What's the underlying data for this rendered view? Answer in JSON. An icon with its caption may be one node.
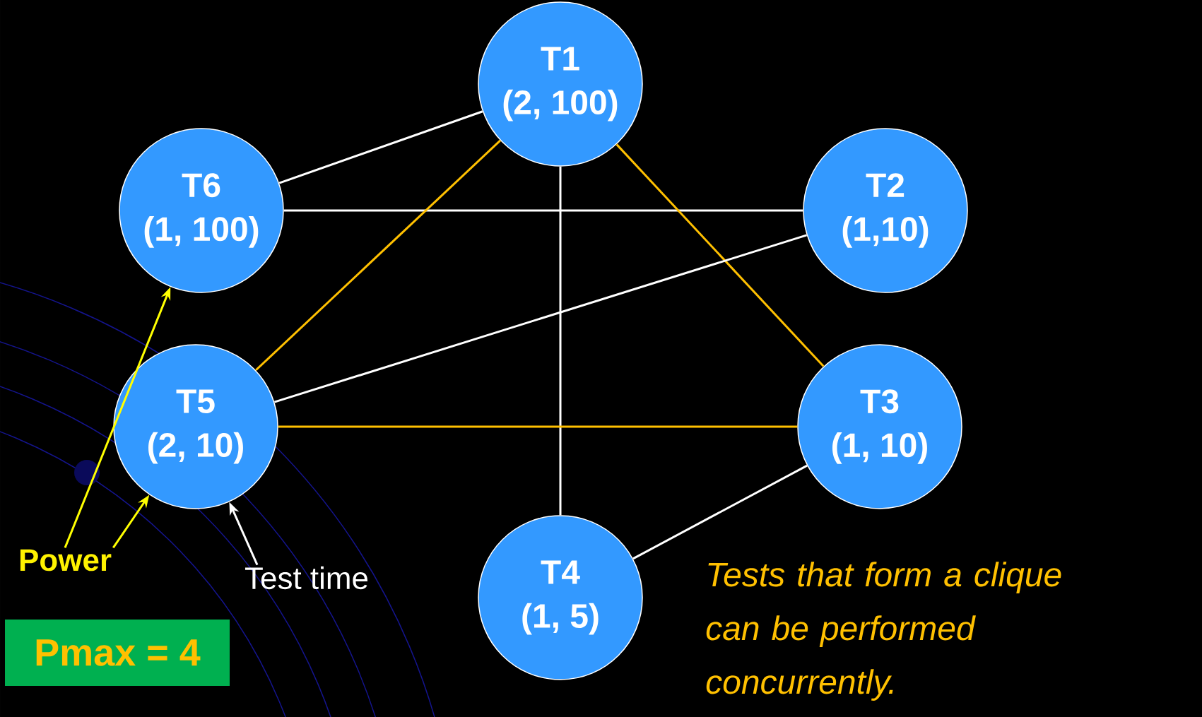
{
  "diagram": {
    "nodes": [
      {
        "text": [
          "T1",
          "(2, 100)"
        ]
      },
      {
        "text": [
          "T6",
          "(1, 100)"
        ]
      },
      {
        "text": [
          "T2",
          "(1,10)"
        ]
      },
      {
        "text": [
          "T5",
          "(2, 10)"
        ]
      },
      {
        "text": [
          "T3",
          "(1, 10)"
        ]
      },
      {
        "text": [
          "T4",
          "(1, 5)"
        ]
      },
      {
        "text": [
          "Power"
        ]
      },
      {
        "text": [
          "Test time"
        ]
      },
      {
        "text": [
          "Pmax = 4"
        ]
      }
    ],
    "edges": [
      {
        "from": 0,
        "to": 1,
        "arrow": "none"
      },
      {
        "from": 1,
        "to": 2,
        "arrow": "none"
      },
      {
        "from": 0,
        "to": 3,
        "arrow": "none",
        "color": "#ffc000"
      },
      {
        "from": 0,
        "to": 4,
        "arrow": "none",
        "color": "#ffc000"
      },
      {
        "from": 0,
        "to": 5,
        "arrow": "none"
      },
      {
        "from": 2,
        "to": 3,
        "arrow": "none"
      },
      {
        "from": 3,
        "to": 4,
        "arrow": "none",
        "color": "#ffc000"
      },
      {
        "from": 4,
        "to": 5,
        "arrow": "none"
      },
      {
        "from": 6,
        "to": 1,
        "arrow": "to",
        "color": "#ffff00"
      },
      {
        "from": 6,
        "to": 3,
        "arrow": "to",
        "color": "#ffff00"
      },
      {
        "from": 7,
        "to": 3,
        "arrow": "to"
      }
    ],
    "labels": [
      "Tests that form a clique can be performed concurrently."
    ]
  }
}
